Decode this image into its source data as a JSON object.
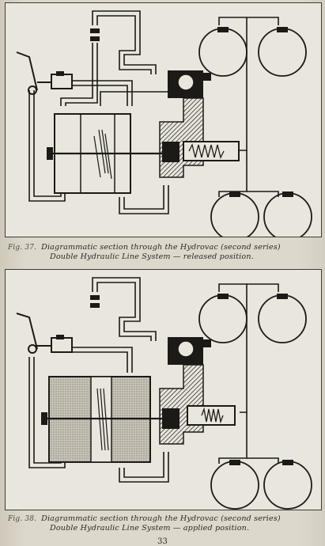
{
  "figures": [
    {
      "number": "Fig. 37.",
      "line1": "Diagrammatic section through the Hydrovac (second series)",
      "line2": "Double Hydraulic Line System — released position."
    },
    {
      "number": "Fig. 38.",
      "line1": "Diagrammatic section through the Hydrovac (second series)",
      "line2": "Double Hydraulic Line System — applied position."
    }
  ],
  "page_number": "33",
  "colors": {
    "ink": "#1c1a17",
    "paper": "#e9e6de",
    "stipple": "#bdb8ad"
  }
}
